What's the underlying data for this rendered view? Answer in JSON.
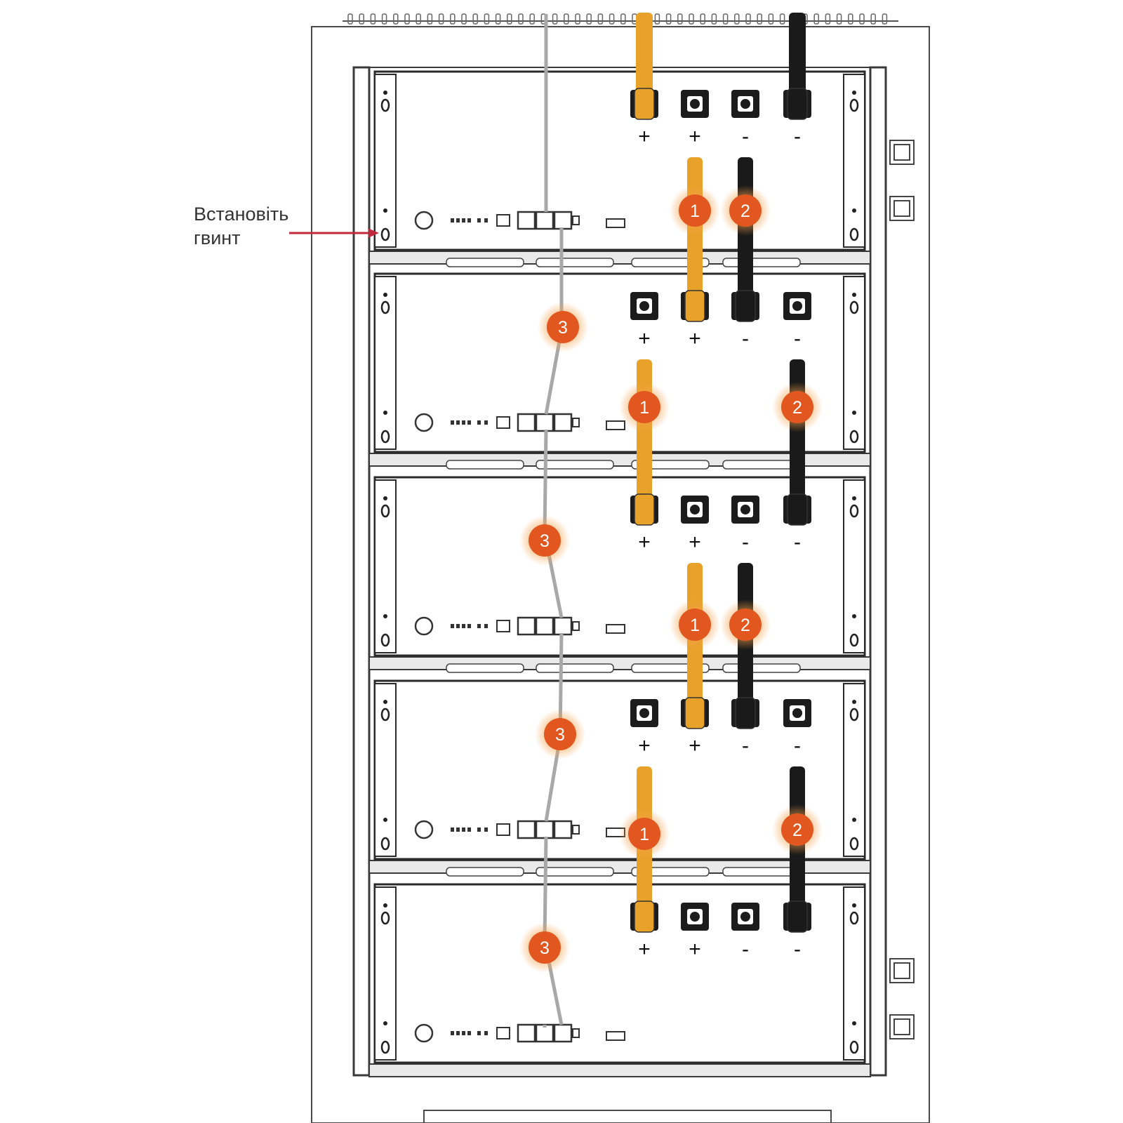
{
  "annotation": {
    "line1": "Встановіть",
    "line2": "гвинт"
  },
  "polarity": {
    "plus": "+",
    "minus": "-"
  },
  "badges": {
    "positive_cable": "1",
    "negative_cable": "2",
    "communication_cable": "3"
  },
  "modules": [
    {
      "labels": [
        "plus",
        "plus",
        "minus",
        "minus"
      ],
      "badges": [
        "positive_cable",
        "negative_cable"
      ]
    },
    {
      "labels": [
        "plus",
        "plus",
        "minus",
        "minus"
      ],
      "badges": [
        "communication_cable",
        "positive_cable",
        "negative_cable"
      ]
    },
    {
      "labels": [
        "plus",
        "plus",
        "minus",
        "minus"
      ],
      "badges": [
        "communication_cable",
        "positive_cable",
        "negative_cable"
      ]
    },
    {
      "labels": [
        "plus",
        "plus",
        "minus",
        "minus"
      ],
      "badges": [
        "communication_cable",
        "positive_cable",
        "negative_cable"
      ]
    },
    {
      "labels": [
        "plus",
        "plus",
        "minus",
        "minus"
      ],
      "badges": [
        "communication_cable"
      ]
    }
  ],
  "colors": {
    "positive_cable": "#E8A22A",
    "negative_cable": "#1A1A1A",
    "communication_cable": "#A8A8A8",
    "badge": "#E2561F",
    "arrow": "#C0283C",
    "outline": "#3A3A3A"
  }
}
